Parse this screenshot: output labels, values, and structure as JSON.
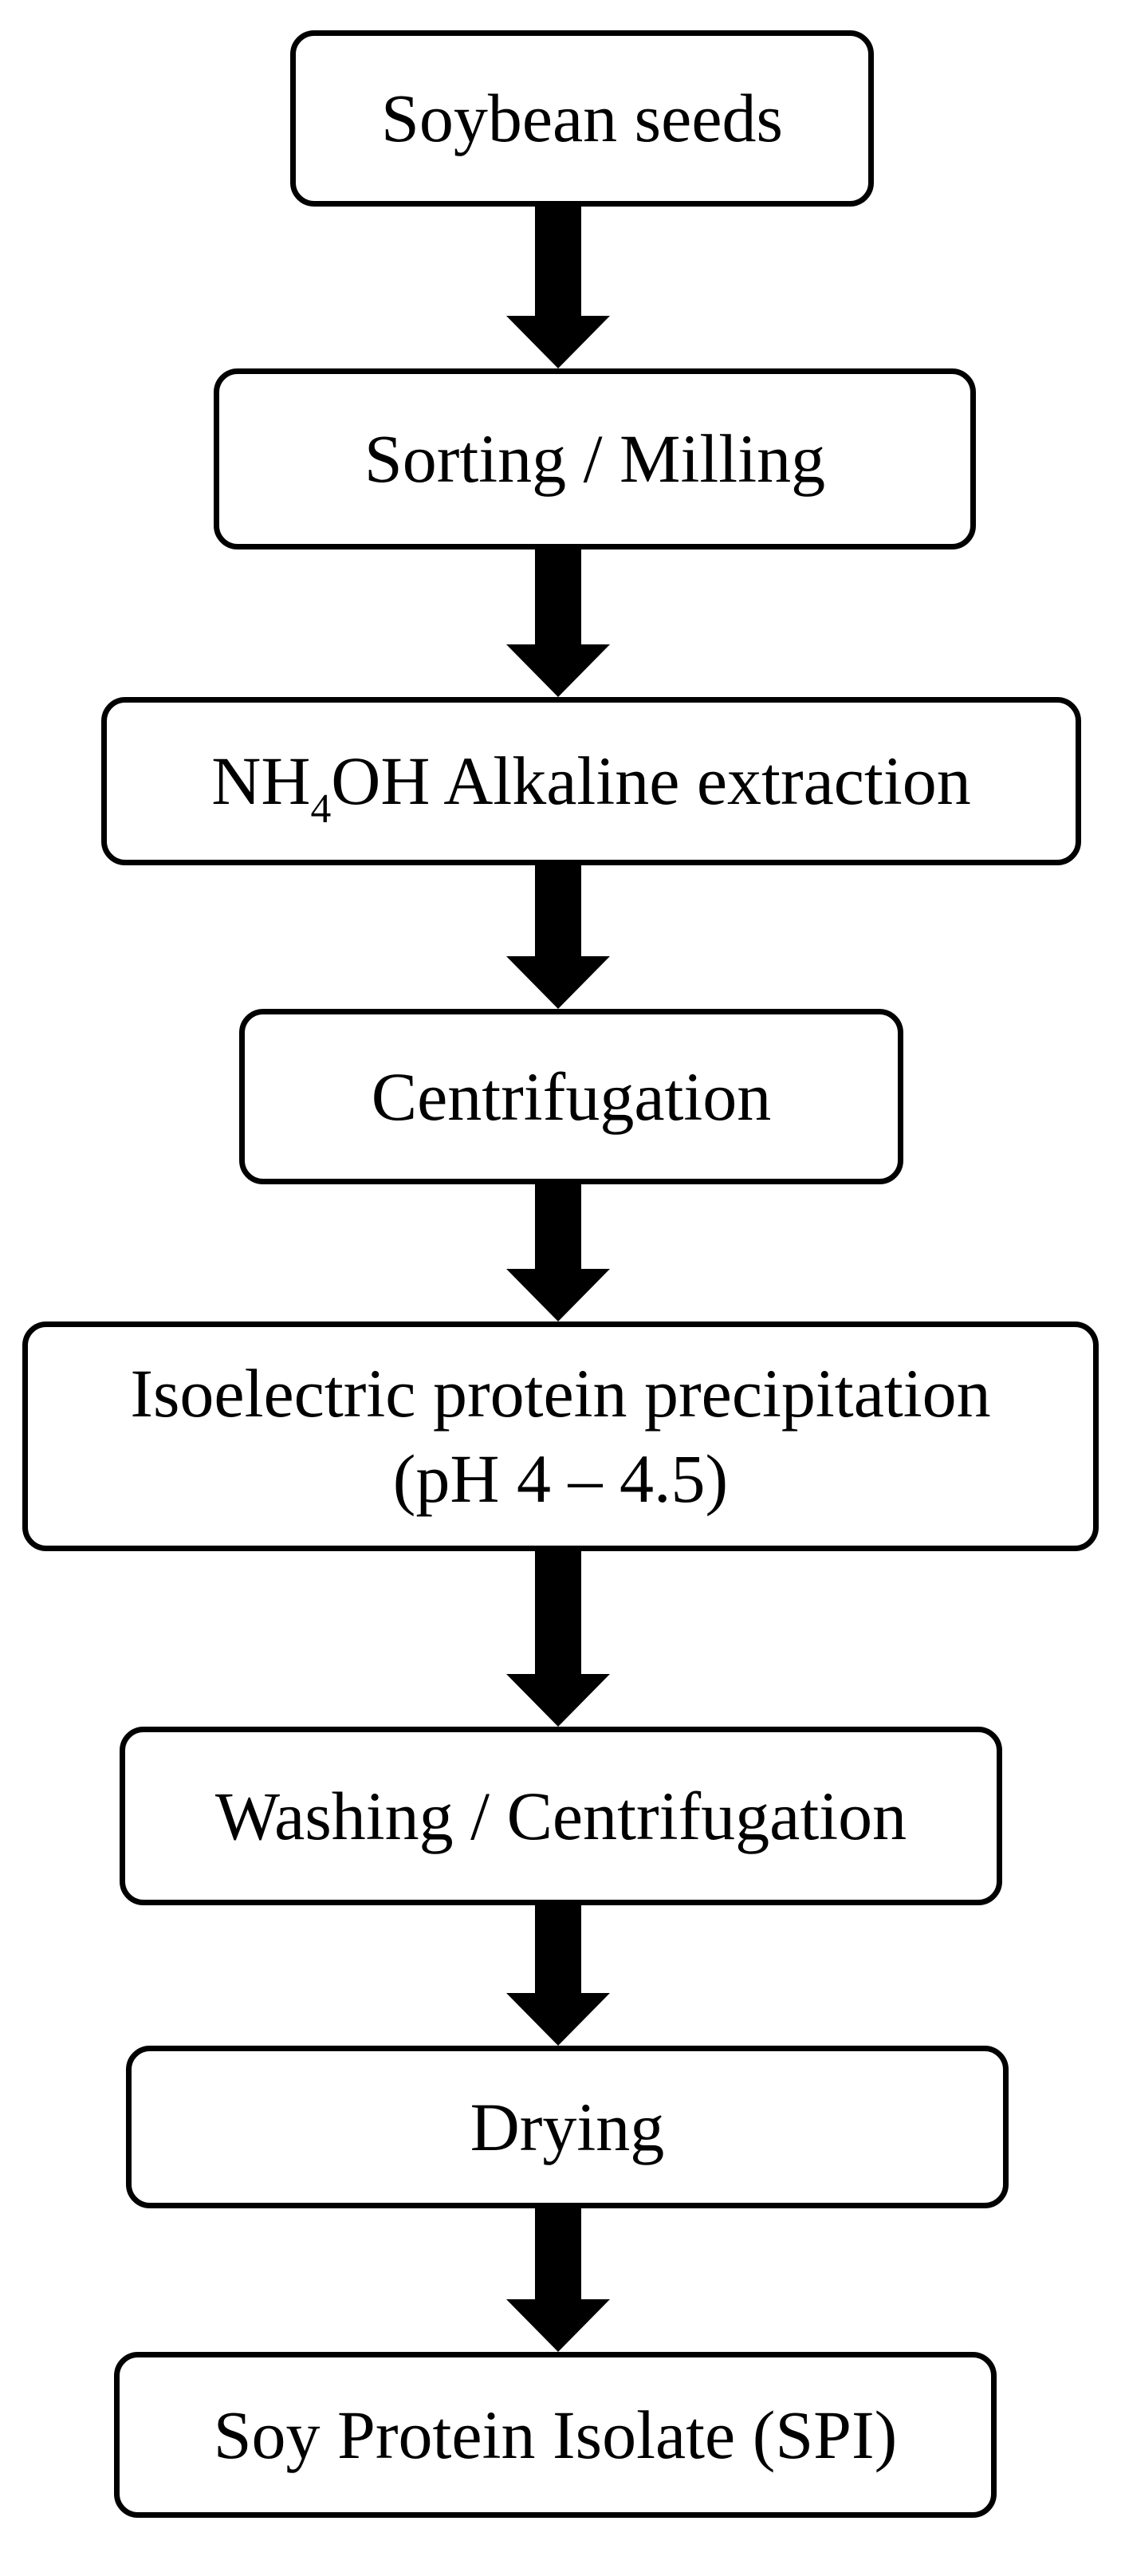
{
  "figure": {
    "type": "flowchart",
    "direction": "top-down",
    "colors": {
      "background": "#ffffff",
      "box_fill": "#ffffff",
      "box_border": "#000000",
      "text": "#000000",
      "arrow": "#000000"
    }
  },
  "steps": [
    {
      "id": "soybean-seeds",
      "label": "Soybean seeds"
    },
    {
      "id": "sorting-milling",
      "label": "Sorting / Milling"
    },
    {
      "id": "nh4oh-alkaline-extraction",
      "label_prefix": "NH",
      "label_subscript": "4",
      "label_suffix": "OH Alkaline extraction"
    },
    {
      "id": "centrifugation",
      "label": "Centrifugation"
    },
    {
      "id": "isoelectric-protein-precipitation",
      "label_line1": "Isoelectric protein precipitation",
      "label_line2": "(pH 4 – 4.5)"
    },
    {
      "id": "washing-centrifugation",
      "label": "Washing / Centrifugation"
    },
    {
      "id": "drying",
      "label": "Drying"
    },
    {
      "id": "soy-protein-isolate",
      "label": "Soy Protein Isolate (SPI)"
    }
  ],
  "connections": [
    {
      "from": "soybean-seeds",
      "to": "sorting-milling"
    },
    {
      "from": "sorting-milling",
      "to": "nh4oh-alkaline-extraction"
    },
    {
      "from": "nh4oh-alkaline-extraction",
      "to": "centrifugation"
    },
    {
      "from": "centrifugation",
      "to": "isoelectric-protein-precipitation"
    },
    {
      "from": "isoelectric-protein-precipitation",
      "to": "washing-centrifugation"
    },
    {
      "from": "washing-centrifugation",
      "to": "drying"
    },
    {
      "from": "drying",
      "to": "soy-protein-isolate"
    }
  ]
}
